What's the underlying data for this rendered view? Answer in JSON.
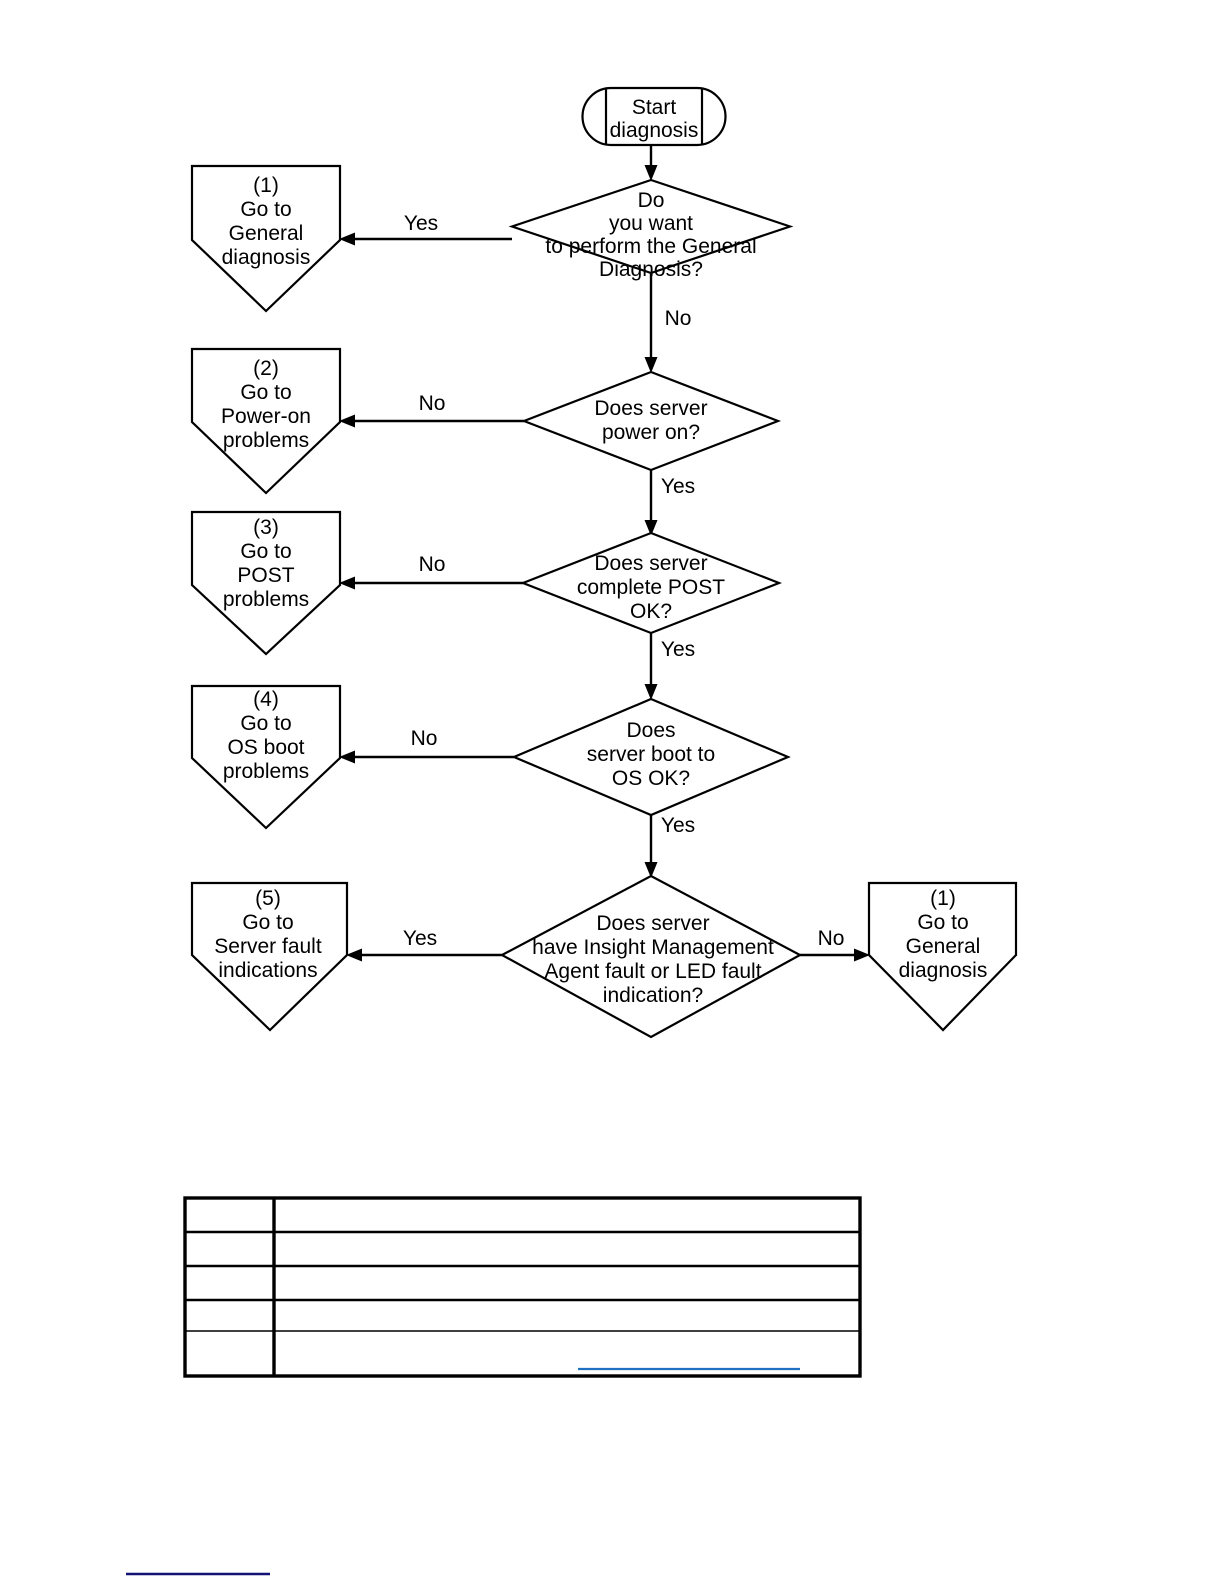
{
  "document": {
    "title": "Server diagnosis flowchart"
  },
  "colors": {
    "stroke": "#000000",
    "background": "#ffffff",
    "link_underline": "#1f70c1",
    "footnote_rule": "#111176"
  },
  "flowchart": {
    "type": "flowchart",
    "start_node": {
      "id": "start",
      "shape": "terminator",
      "lines": [
        "Start",
        "diagnosis"
      ]
    },
    "decisions": [
      {
        "id": "d1",
        "shape": "diamond",
        "lines": [
          "Do",
          "you want",
          "to perform the General",
          "Diagnosis?"
        ],
        "yes_label": "Yes",
        "no_label": "No",
        "yes_target": "p1",
        "no_target": "d2"
      },
      {
        "id": "d2",
        "shape": "diamond",
        "lines": [
          "Does server",
          "power on?"
        ],
        "yes_label": "Yes",
        "no_label": "No",
        "yes_target": "d3",
        "no_target": "p2"
      },
      {
        "id": "d3",
        "shape": "diamond",
        "lines": [
          "Does server",
          "complete POST",
          "OK?"
        ],
        "yes_label": "Yes",
        "no_label": "No",
        "yes_target": "d4",
        "no_target": "p3"
      },
      {
        "id": "d4",
        "shape": "diamond",
        "lines": [
          "Does",
          "server boot to",
          "OS OK?"
        ],
        "yes_label": "Yes",
        "no_label": "No",
        "yes_target": "d5",
        "no_target": "p4"
      },
      {
        "id": "d5",
        "shape": "diamond",
        "lines": [
          "Does server",
          "have Insight Management",
          "Agent fault or LED fault",
          "indication?"
        ],
        "yes_label": "Yes",
        "no_label": "No",
        "yes_target": "p5",
        "no_target": "p6"
      }
    ],
    "terminals": [
      {
        "id": "p1",
        "shape": "pentagon",
        "number": "(1)",
        "lines": [
          "Go to",
          "General",
          "diagnosis"
        ]
      },
      {
        "id": "p2",
        "shape": "pentagon",
        "number": "(2)",
        "lines": [
          "Go to",
          "Power-on",
          "problems"
        ]
      },
      {
        "id": "p3",
        "shape": "pentagon",
        "number": "(3)",
        "lines": [
          "Go to",
          "POST",
          "problems"
        ]
      },
      {
        "id": "p4",
        "shape": "pentagon",
        "number": "(4)",
        "lines": [
          "Go to",
          "OS boot",
          "problems"
        ]
      },
      {
        "id": "p5",
        "shape": "pentagon",
        "number": "(5)",
        "lines": [
          "Go to",
          "Server fault",
          "indications"
        ]
      },
      {
        "id": "p6",
        "shape": "pentagon",
        "number": "(1)",
        "lines": [
          "Go to",
          "General",
          "diagnosis"
        ]
      }
    ]
  },
  "table": {
    "rows": 5,
    "columns": 2,
    "cells": [
      [
        "",
        ""
      ],
      [
        "",
        ""
      ],
      [
        "",
        ""
      ],
      [
        "",
        ""
      ],
      [
        "",
        ""
      ]
    ],
    "has_link_in_last_row": true
  }
}
